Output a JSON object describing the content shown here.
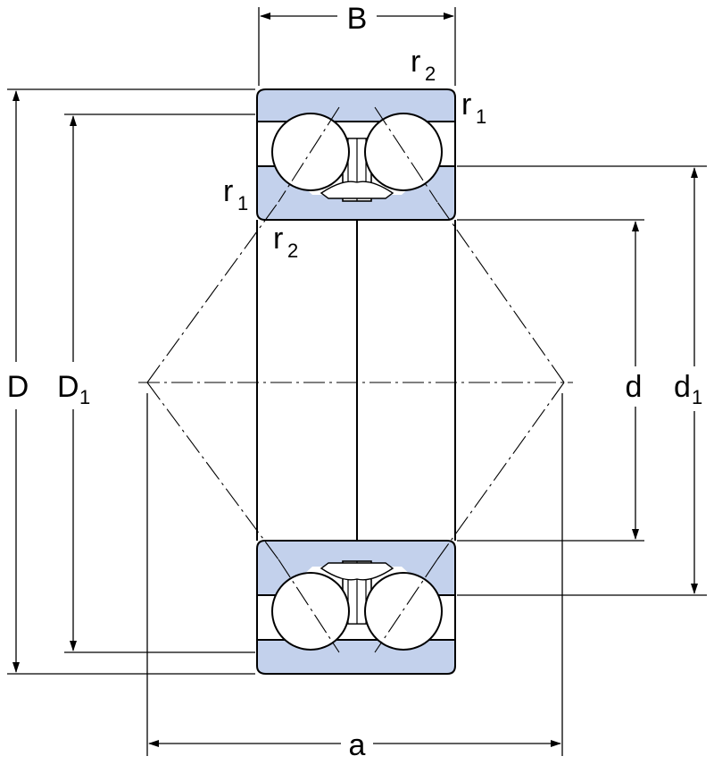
{
  "colors": {
    "ring_fill": "#c3d1ec",
    "ball_fill": "#ffffff",
    "line": "#000000"
  },
  "labels": {
    "B": "B",
    "a": "a",
    "D": "D",
    "D1_main": "D",
    "D1_sub": "1",
    "d": "d",
    "d1_main": "d",
    "d1_sub": "1",
    "r": "r",
    "sub1": "1",
    "sub2": "2"
  }
}
